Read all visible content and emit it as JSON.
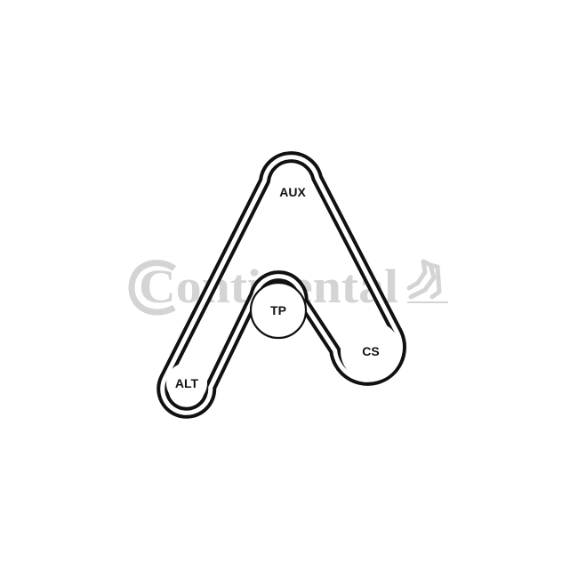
{
  "diagram": {
    "pulleys": [
      {
        "id": "aux",
        "label": "AUX"
      },
      {
        "id": "tp",
        "label": "TP"
      },
      {
        "id": "cs",
        "label": "CS"
      },
      {
        "id": "alt",
        "label": "ALT"
      }
    ]
  },
  "watermark": {
    "brand": "Continental"
  },
  "colors": {
    "belt": "#111111",
    "watermark": "#d4d4d4",
    "background": "#ffffff"
  }
}
